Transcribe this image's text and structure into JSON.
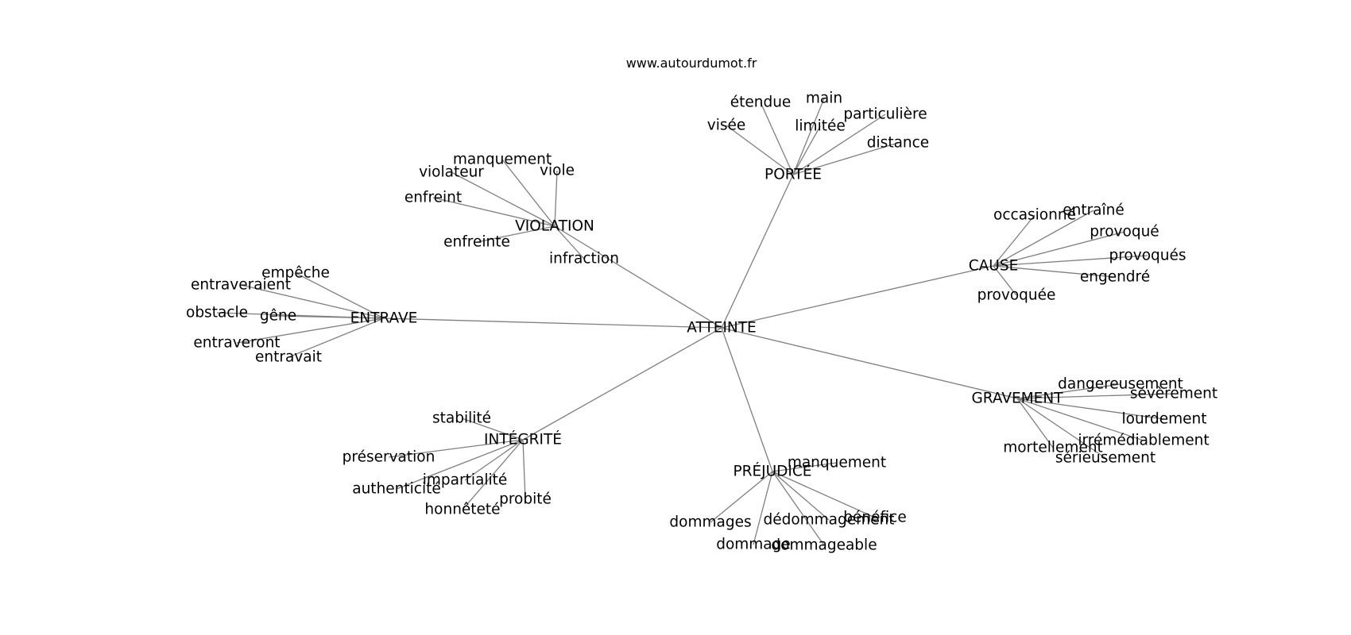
{
  "site_label": "www.autourdumot.fr",
  "graph": {
    "center": "ATTEINTE",
    "hubs": [
      {
        "label": "PORTÉE",
        "words": [
          "étendue",
          "main",
          "particulière",
          "visée",
          "limitée",
          "distance"
        ]
      },
      {
        "label": "VIOLATION",
        "words": [
          "manquement",
          "violateur",
          "viole",
          "enfreint",
          "enfreinte",
          "infraction"
        ]
      },
      {
        "label": "CAUSE",
        "words": [
          "occasionné",
          "entraîné",
          "provoqué",
          "provoqués",
          "engendré",
          "provoquée"
        ]
      },
      {
        "label": "ENTRAVE",
        "words": [
          "empêche",
          "entraveraient",
          "obstacle",
          "gêne",
          "entraveront",
          "entravait"
        ]
      },
      {
        "label": "GRAVEMENT",
        "words": [
          "dangereusement",
          "sévèrement",
          "lourdement",
          "irrémédiablement",
          "mortellement",
          "sérieusement"
        ]
      },
      {
        "label": "INTÉGRITÉ",
        "words": [
          "stabilité",
          "préservation",
          "impartialité",
          "authenticité",
          "honnêteté",
          "probité"
        ]
      },
      {
        "label": "PRÉJUDICE",
        "words": [
          "manquement",
          "dommages",
          "dédommagement",
          "bénéfice",
          "dommage",
          "dommageable"
        ]
      }
    ]
  }
}
